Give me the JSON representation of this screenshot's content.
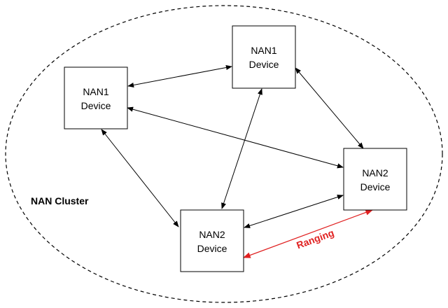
{
  "cluster": {
    "label": "NAN Cluster"
  },
  "devices": [
    {
      "id": "nan1-left",
      "line1": "NAN1",
      "line2": "Device"
    },
    {
      "id": "nan1-top",
      "line1": "NAN1",
      "line2": "Device"
    },
    {
      "id": "nan2-right",
      "line1": "NAN2",
      "line2": "Device"
    },
    {
      "id": "nan2-bottom",
      "line1": "NAN2",
      "line2": "Device"
    }
  ],
  "ranging": {
    "label": "Ranging",
    "color": "#e02020"
  },
  "links": [
    {
      "from": "nan1-left",
      "to": "nan1-top",
      "type": "bidirectional"
    },
    {
      "from": "nan1-left",
      "to": "nan2-right",
      "type": "bidirectional"
    },
    {
      "from": "nan1-left",
      "to": "nan2-bottom",
      "type": "bidirectional"
    },
    {
      "from": "nan1-top",
      "to": "nan2-right",
      "type": "bidirectional"
    },
    {
      "from": "nan1-top",
      "to": "nan2-bottom",
      "type": "bidirectional"
    },
    {
      "from": "nan2-bottom",
      "to": "nan2-right",
      "type": "bidirectional"
    },
    {
      "from": "nan2-bottom",
      "to": "nan2-right",
      "type": "ranging"
    }
  ]
}
